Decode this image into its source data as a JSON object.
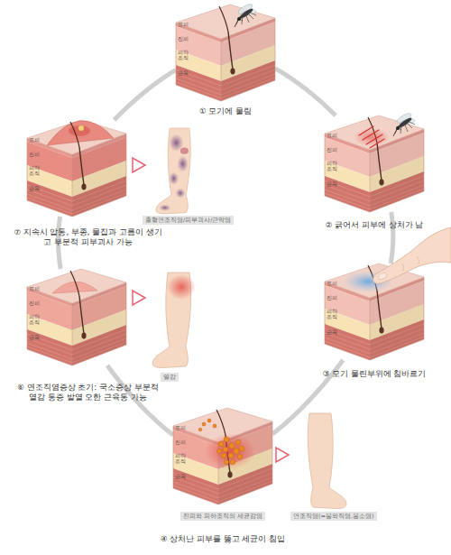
{
  "diagram": {
    "nodes": [
      {
        "text": [
          "① 모기에 물림",
          "표피",
          "진피",
          "피하 조직",
          "근육"
        ]
      },
      {
        "text": [
          "② 긁어서 피부에 상처가 남",
          "표피",
          "진피",
          "피하 조직",
          "근육"
        ]
      },
      {
        "text": [
          "③ 모기 물린부위에 침바르기",
          "표피",
          "진피",
          "피하 조직",
          "근육"
        ]
      },
      {
        "text": [
          "④ 상처난 피부를 뚫고 세균이 침입",
          "표피",
          "진피",
          "피하 조직",
          "근육"
        ]
      },
      {
        "text": [
          "진피와 피하조직의 세균감염"
        ]
      },
      {
        "text": [
          "연조직염(=봉와직염,봉소염)"
        ]
      },
      {
        "text": [
          "⑥ 연조직염증상 초기: 국소증상 부분적 열감 통증 발열 오한 근육통 가능",
          "표피",
          "진피",
          "피하 조직",
          "근육"
        ]
      },
      {
        "text": [
          "열감"
        ]
      },
      {
        "text": [
          "⑦ 지속시 압통, 부종, 물집과 고름이 생기고 부분적 피부괴사 가능",
          "표피",
          "진피",
          "피하 조직",
          "근육"
        ]
      },
      {
        "text": [
          "출혈연조직염/피부괴사/근막염"
        ]
      }
    ],
    "edges": [
      {
        "from": 0,
        "to": 1,
        "arrow": "none"
      },
      {
        "from": 1,
        "to": 2,
        "arrow": "none"
      },
      {
        "from": 2,
        "to": 3,
        "arrow": "none"
      },
      {
        "from": 3,
        "to": 6,
        "arrow": "none"
      },
      {
        "from": 6,
        "to": 8,
        "arrow": "none"
      },
      {
        "from": 8,
        "to": 0,
        "arrow": "none"
      }
    ]
  }
}
